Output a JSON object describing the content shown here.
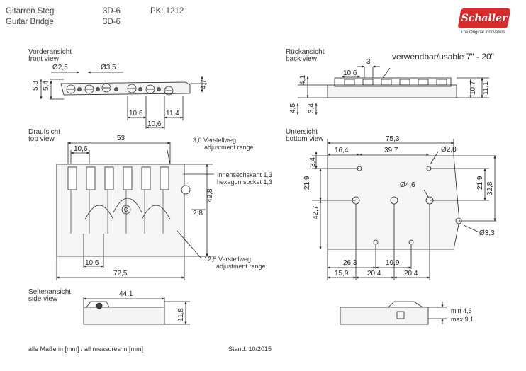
{
  "header": {
    "title_de": "Gitarren Steg",
    "title_en": "Guitar Bridge",
    "model_1": "3D-6",
    "model_2": "3D-6",
    "pk": "PK: 1212",
    "logo_text": "Schaller",
    "logo_tagline": "The Original Innovators"
  },
  "views": {
    "front": {
      "de": "Vorderansicht",
      "en": "front view"
    },
    "back": {
      "de": "Rückansicht",
      "en": "back view"
    },
    "top": {
      "de": "Draufsicht",
      "en": "top view"
    },
    "bottom": {
      "de": "Untersicht",
      "en": "bottom view"
    },
    "side": {
      "de": "Seitenansicht",
      "en": "side view"
    }
  },
  "dims": {
    "front": {
      "d1": "Ø2,5",
      "d2": "Ø3,5",
      "h1": "5,8",
      "h2": "5,4",
      "h3": "4,7",
      "w1": "10,6",
      "w2": "11,4",
      "w3": "10,6"
    },
    "back": {
      "usable": "verwendbar/usable 7\" - 20\"",
      "w1": "3",
      "w2": "10,6",
      "h1": "4,1",
      "h2": "4,5",
      "h3": "3,4",
      "h4": "10,7",
      "h5": "11,1"
    },
    "top": {
      "w53": "53",
      "w106": "10,6",
      "h498": "49,8",
      "w28": "2,8",
      "w106b": "10,6",
      "w725": "72,5"
    },
    "bottom": {
      "w753": "75,3",
      "w164": "16,4",
      "w397": "39,7",
      "d28": "Ø2,8",
      "h34": "3,4",
      "h219": "21,9",
      "d46": "Ø4,6",
      "h427": "42,7",
      "h219b": "21,9",
      "h328": "32,8",
      "d33": "Ø3,3",
      "w263": "26,3",
      "w199": "19,9",
      "w159": "15,9",
      "w204a": "20,4",
      "w204b": "20,4"
    },
    "side": {
      "w441": "44,1",
      "h118": "11,8",
      "min": "min 4,6",
      "max": "max 9,1"
    }
  },
  "notes": {
    "adj_range_1_de": "3,0 Verstellweg",
    "adj_range_1_en": "adjustment range",
    "hex_de": "Innensechskant 1,3",
    "hex_en": "hexagon socket 1,3",
    "adj_range_2_de": "12,5 Verstellweg",
    "adj_range_2_en": "adjustment range"
  },
  "footer": {
    "units": "alle Maße in [mm] / all measures in [mm]",
    "stand": "Stand: 10/2015"
  }
}
